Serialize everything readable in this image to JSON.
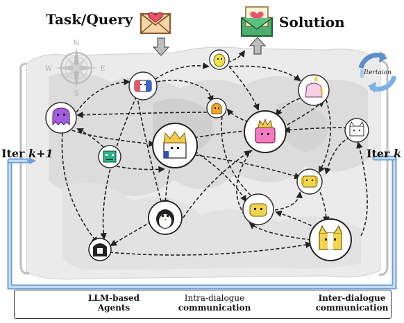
{
  "top": {
    "task_label": "Task/Query",
    "solution_label": "Solution"
  },
  "iter_left": {
    "prefix": "Iter ",
    "var": "k+1"
  },
  "iter_right": {
    "prefix": "Iter ",
    "var": "k"
  },
  "cycle_label": "Itertaion",
  "compass": [
    "N",
    "W",
    "E",
    "S"
  ],
  "legend": {
    "agents_line1": "LLM-based",
    "agents_line2": "Agents",
    "intra_line1": "Intra-dialogue",
    "intra_line2": "communication",
    "inter_line1": "Inter-dialogue",
    "inter_line2": "communication"
  },
  "colors": {
    "inter_arrow": "#a9c8ea",
    "inter_arrow_dark": "#5b8fc9",
    "envelope": "#f6d6a8",
    "heart": "#e8556a",
    "solution_env": "#4caf6d",
    "map_gray": "#d9d9d9"
  }
}
